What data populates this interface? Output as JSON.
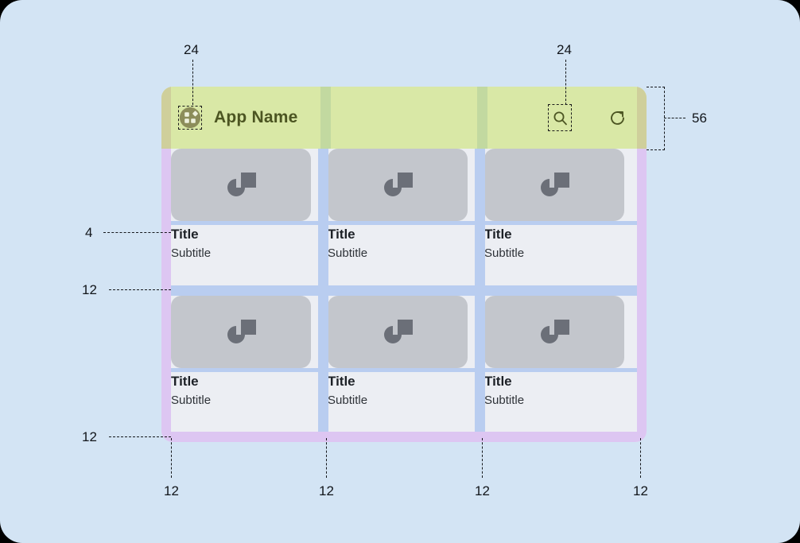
{
  "page": {
    "background_color": "#d3e4f4",
    "corner_radius": 28
  },
  "appbar": {
    "title": "App Name",
    "height_spec": "56",
    "background_color": "#d9e8a6",
    "title_color": "#4c5522",
    "logo_icon": "app-grid-logo-icon",
    "search_icon": "search-icon",
    "refresh_icon": "refresh-icon"
  },
  "annotations": {
    "logo_touch_target": "24",
    "search_touch_target": "24",
    "appbar_height": "56",
    "image_to_title_gap": "4",
    "row_gap": "12",
    "bottom_padding": "12",
    "gutter_left": "12",
    "gutter_mid_1": "12",
    "gutter_mid_2": "12",
    "gutter_right": "12"
  },
  "colors": {
    "page_bg": "#d3e4f4",
    "appbar_green": "#d9e8a6",
    "appbar_gutter_green": "#c2d9a0",
    "appbar_side_khaki": "#cfcf9b",
    "padding_purple": "#ddc6f2",
    "gutter_blue": "#b9cdf0",
    "card_surface": "#eceef3",
    "image_placeholder": "#c3c6cc",
    "placeholder_glyph": "#6b6f78",
    "title_text": "#1d2127",
    "subtitle_text": "#2e3238",
    "annotation_text": "#11151a"
  },
  "cards": [
    {
      "title": "Title",
      "subtitle": "Subtitle"
    },
    {
      "title": "Title",
      "subtitle": "Subtitle"
    },
    {
      "title": "Title",
      "subtitle": "Subtitle"
    },
    {
      "title": "Title",
      "subtitle": "Subtitle"
    },
    {
      "title": "Title",
      "subtitle": "Subtitle"
    },
    {
      "title": "Title",
      "subtitle": "Subtitle"
    }
  ]
}
